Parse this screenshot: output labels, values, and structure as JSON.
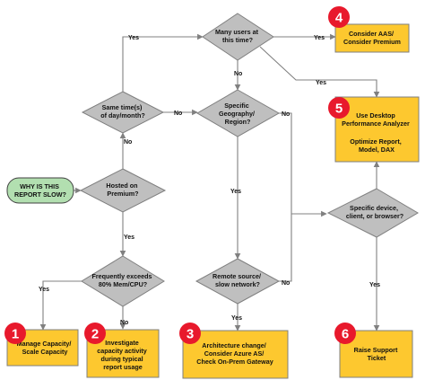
{
  "diagram": {
    "start": [
      "WHY IS THIS",
      "REPORT SLOW?"
    ],
    "decisions": {
      "hosted_premium": [
        "Hosted on",
        "Premium?"
      ],
      "same_time": [
        "Same time(s)",
        "of day/month?"
      ],
      "many_users": [
        "Many users at",
        "this time?"
      ],
      "geography": [
        "Specific",
        "Geography/",
        "Region?"
      ],
      "remote_source": [
        "Remote source/",
        "slow network?"
      ],
      "device": [
        "Specific device,",
        "client, or browser?"
      ],
      "mem_cpu": [
        "Frequently exceeds",
        "80% Mem/CPU?"
      ]
    },
    "actions": {
      "aas": [
        "Consider AAS/",
        "Consider Premium"
      ],
      "desktop": [
        "Use Desktop",
        "Performance Analyzer",
        "",
        "Optimize Report,",
        "Model, DAX"
      ],
      "capacity": [
        "Manage Capacity/",
        "Scale Capacity"
      ],
      "investigate": [
        "Investigate",
        "capacity activity",
        "during typical",
        "report usage"
      ],
      "architecture": [
        "Architecture change/",
        "Consider Azure AS/",
        "Check On-Prem Gateway"
      ],
      "support": [
        "Raise Support",
        "Ticket"
      ]
    },
    "badges": {
      "aas": "4",
      "desktop": "5",
      "capacity": "1",
      "investigate": "2",
      "architecture": "3",
      "support": "6"
    },
    "edge_labels": {
      "hosted_yes": "Yes",
      "same_time_no": "No",
      "same_time_yes": "Yes",
      "many_users_yes": "Yes",
      "many_users_yes_desktop": "Yes",
      "many_users_no": "No",
      "geo_no_right": "No",
      "geo_yes": "Yes",
      "remote_no": "No",
      "remote_yes": "Yes",
      "mem_yes": "Yes",
      "mem_no": "No",
      "device_yes": "Yes"
    },
    "colors": {
      "action_fill": "#fdc82f",
      "decision_fill": "#bfbfbf",
      "start_fill": "#b2dfb0",
      "badge_fill": "#e8192c"
    }
  }
}
